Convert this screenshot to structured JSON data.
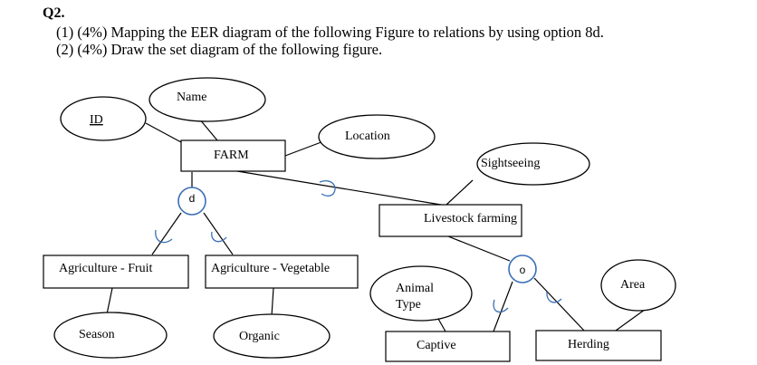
{
  "question": {
    "heading": "Q2.",
    "line1": "(1) (4%) Mapping the EER diagram of the following Figure to relations by using option 8d.",
    "line2": "(2) (4%) Draw the set diagram of the following figure."
  },
  "entities": {
    "farm": "FARM",
    "fruit": "Agriculture - Fruit",
    "vegetable": "Agriculture - Vegetable",
    "livestock": "Livestock farming",
    "captive": "Captive",
    "herding": "Herding"
  },
  "attributes": {
    "id": "ID",
    "name": "Name",
    "location": "Location",
    "sightseeing": "Sightseeing",
    "season": "Season",
    "organic": "Organic",
    "animal_type_line1": "Animal",
    "animal_type_line2": "Type",
    "area": "Area"
  },
  "specializations": {
    "farm_constraint": "d",
    "livestock_constraint": "o"
  },
  "colors": {
    "notation_blue": "#3b6fb6"
  }
}
